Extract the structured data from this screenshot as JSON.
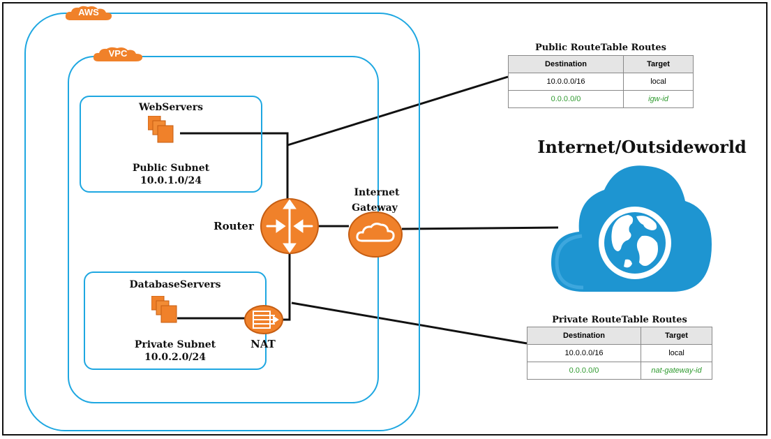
{
  "colors": {
    "aws_orange": "#f0812a",
    "vpc_blue": "#1ea7e1",
    "route_green": "#2e9a2e",
    "internet_blue": "#1e95d1"
  },
  "tags": {
    "aws": "AWS",
    "vpc": "VPC"
  },
  "subnets": {
    "public": {
      "servers_label": "WebServers",
      "subnet_label": "Public Subnet",
      "cidr": "10.0.1.0/24",
      "icon": "ec2-instances-icon"
    },
    "private": {
      "servers_label": "DatabaseServers",
      "subnet_label": "Private Subnet",
      "cidr": "10.0.2.0/24",
      "icon": "ec2-instances-icon"
    }
  },
  "router": {
    "label": "Router",
    "icon": "router-icon"
  },
  "gateway": {
    "label_line1": "Internet",
    "label_line2": "Gateway",
    "icon": "internet-gateway-icon"
  },
  "nat": {
    "label": "NAT",
    "icon": "nat-gateway-icon"
  },
  "internet": {
    "title": "Internet/Outsideworld",
    "icon": "globe-cloud-icon"
  },
  "public_routes": {
    "title": "Public RouteTable Routes",
    "headers": [
      "Destination",
      "Target"
    ],
    "rows": [
      {
        "destination": "10.0.0.0/16",
        "target": "local"
      },
      {
        "destination": "0.0.0.0/0",
        "target": "igw-id"
      }
    ]
  },
  "private_routes": {
    "title": "Private RouteTable Routes",
    "headers": [
      "Destination",
      "Target"
    ],
    "rows": [
      {
        "destination": "10.0.0.0/16",
        "target": "local"
      },
      {
        "destination": "0.0.0.0/0",
        "target": "nat-gateway-id"
      }
    ]
  }
}
